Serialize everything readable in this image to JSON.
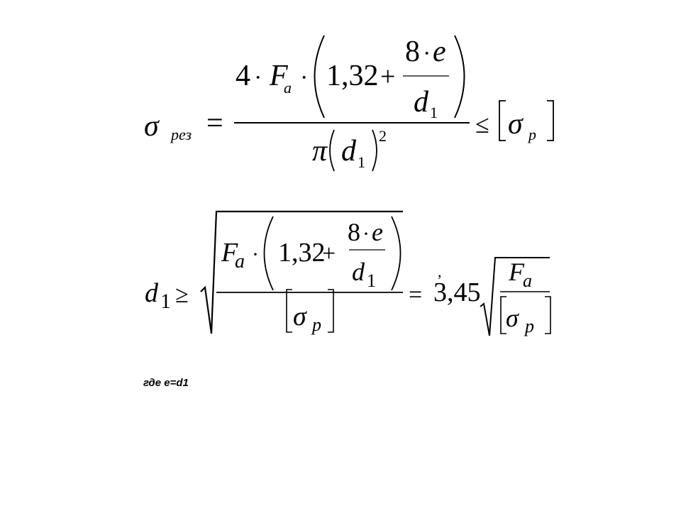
{
  "formula1": {
    "lhs_symbol": "σ",
    "lhs_subscript": "рез",
    "equals": "=",
    "coef4": "4",
    "dot": "·",
    "force": "F",
    "force_subscript": "a",
    "const": "1,32",
    "plus": "+",
    "inner_num_coef": "8",
    "ecc": "e",
    "diam": "d",
    "diam_subscript": "1",
    "pi": "π",
    "power": "2",
    "leq": "≤",
    "rhs_symbol": "σ",
    "rhs_subscript": "p"
  },
  "formula2": {
    "diam": "d",
    "diam_subscript": "1",
    "geq": "≥",
    "force": "F",
    "force_subscript": "a",
    "dot": "·",
    "const": "1,32",
    "plus": "+",
    "inner_num_coef": "8",
    "ecc": "e",
    "sigma": "σ",
    "sigma_subscript": "p",
    "equals": "=",
    "comma_mark": ",",
    "coef": "3,45"
  },
  "note": "где e=d1"
}
